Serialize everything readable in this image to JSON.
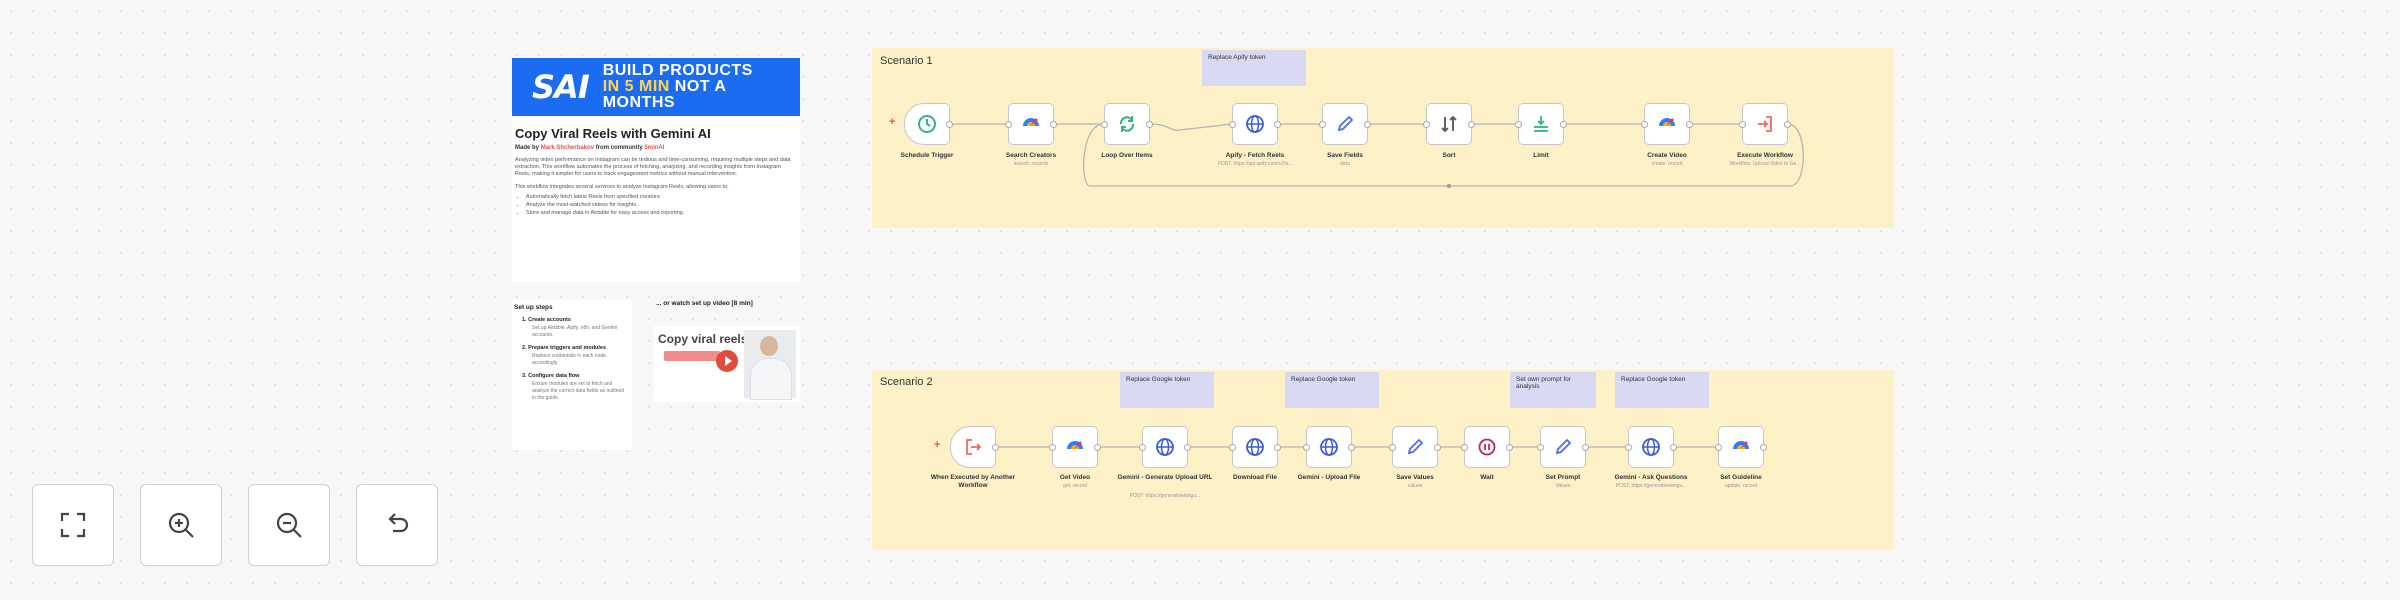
{
  "card": {
    "banner_logo": "SAI",
    "banner_line1": "BUILD PRODUCTS",
    "banner_line2_a": "IN 5 MIN",
    "banner_line2_b": "NOT A MONTHS",
    "title": "Copy Viral Reels with Gemini AI",
    "by_prefix": "Made by",
    "author": "Mark Shcherbakov",
    "from": "from community",
    "community": "5minAI",
    "para1": "Analyzing video performance on Instagram can be tedious and time-consuming, requiring multiple steps and data extraction. This workflow automates the process of fetching, analyzing, and recording insights from Instagram Reels, making it simpler for users to track engagement metrics without manual intervention.",
    "para2": "This workflow integrates several services to analyze Instagram Reels, allowing users to:",
    "bullets": [
      "Automatically fetch latest Reels from specified creators.",
      "Analyze the most-watched videos for insights.",
      "Store and manage data in Airtable for easy access and reporting."
    ]
  },
  "setup": {
    "title": "Set up steps",
    "steps": [
      {
        "label": "1. Create accounts",
        "desc": "Set up Airtable, Apify, n8n, and Gemini accounts."
      },
      {
        "label": "2. Prepare triggers and modules",
        "desc": "Replace credentials in each node accordingly."
      },
      {
        "label": "3. Configure data flow",
        "desc": "Ensure modules are set to fetch and analyze the correct data fields as outlined in the guide."
      }
    ]
  },
  "video": {
    "heading": "... or watch set up video [8 min]",
    "thumb_title": "Copy viral reels"
  },
  "scenario1": {
    "label": "Scenario 1",
    "sticky": "Replace Apify token",
    "nodes": [
      {
        "label": "Schedule Trigger",
        "sub": ""
      },
      {
        "label": "Search Creators",
        "sub": "search: records"
      },
      {
        "label": "Loop Over Items",
        "sub": ""
      },
      {
        "label": "Apify - Fetch Reels",
        "sub": "POST: https://api.apify.com/v2/a..."
      },
      {
        "label": "Save Fields",
        "sub": "data"
      },
      {
        "label": "Sort",
        "sub": ""
      },
      {
        "label": "Limit",
        "sub": ""
      },
      {
        "label": "Create Video",
        "sub": "create: record"
      },
      {
        "label": "Execute Workflow",
        "sub": "Workflow: Upload Video to Ge..."
      }
    ]
  },
  "scenario2": {
    "label": "Scenario 2",
    "stickies": [
      "Replace Google token",
      "Replace Google token",
      "Set own prompt for analysis",
      "Replace Google token"
    ],
    "nodes": [
      {
        "label": "When Executed by Another Workflow",
        "sub": ""
      },
      {
        "label": "Get Video",
        "sub": "get: record"
      },
      {
        "label": "Gemini - Generate Upload URL",
        "sub": "POST: https://generativelangu..."
      },
      {
        "label": "Download File",
        "sub": ""
      },
      {
        "label": "Gemini - Upload File",
        "sub": ""
      },
      {
        "label": "Save Values",
        "sub": "values"
      },
      {
        "label": "Wait",
        "sub": ""
      },
      {
        "label": "Set Prompt",
        "sub": "Values"
      },
      {
        "label": "Gemini - Ask Questions",
        "sub": "POST: https://generativelangu..."
      },
      {
        "label": "Set Guideline",
        "sub": "update: record"
      }
    ]
  },
  "controls": [
    "fit-view-icon",
    "zoom-in-icon",
    "zoom-out-icon",
    "undo-icon"
  ],
  "colors": {
    "accent": "#1c6cf2",
    "scenario_bg": "#fdf1c8",
    "sticky_bg": "#d9d9f3"
  }
}
